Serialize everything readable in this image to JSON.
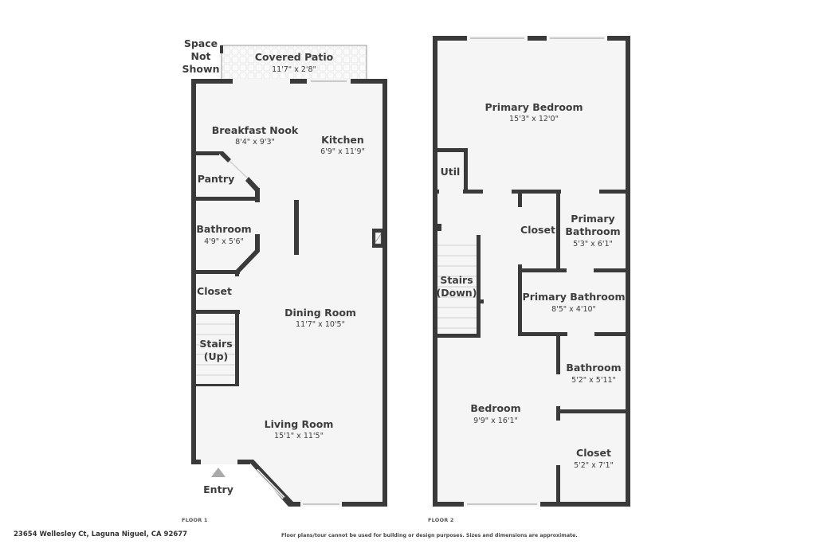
{
  "floors": [
    {
      "label": "FLOOR 1",
      "rooms": {
        "space_not_shown": {
          "name_line1": "Space",
          "name_line2": "Not",
          "name_line3": "Shown"
        },
        "covered_patio": {
          "name": "Covered Patio",
          "dims": "11'7\" x 2'8\""
        },
        "breakfast_nook": {
          "name": "Breakfast Nook",
          "dims": "8'4\" x 9'3\""
        },
        "kitchen": {
          "name": "Kitchen",
          "dims": "6'9\" x 11'9\""
        },
        "pantry": {
          "name": "Pantry"
        },
        "bathroom": {
          "name": "Bathroom",
          "dims": "4'9\" x 5'6\""
        },
        "closet": {
          "name": "Closet"
        },
        "stairs": {
          "name_line1": "Stairs",
          "name_line2": "(Up)"
        },
        "dining_room": {
          "name": "Dining Room",
          "dims": "11'7\" x 10'5\""
        },
        "living_room": {
          "name": "Living Room",
          "dims": "15'1\" x 11'5\""
        },
        "entry": {
          "name": "Entry"
        }
      }
    },
    {
      "label": "FLOOR 2",
      "rooms": {
        "primary_bedroom": {
          "name": "Primary Bedroom",
          "dims": "15'3\" x 12'0\""
        },
        "util": {
          "name": "Util"
        },
        "closet_a": {
          "name": "Closet"
        },
        "primary_bathroom_a": {
          "name_line1": "Primary",
          "name_line2": "Bathroom",
          "dims": "5'3\" x 6'1\""
        },
        "stairs": {
          "name_line1": "Stairs",
          "name_line2": "(Down)"
        },
        "primary_bathroom_b": {
          "name": "Primary Bathroom",
          "dims": "8'5\" x 4'10\""
        },
        "bathroom": {
          "name": "Bathroom",
          "dims": "5'2\" x 5'11\""
        },
        "bedroom": {
          "name": "Bedroom",
          "dims": "9'9\" x 16'1\""
        },
        "closet_b": {
          "name": "Closet",
          "dims": "5'2\" x 7'1\""
        }
      }
    }
  ],
  "footer": {
    "address": "23654 Wellesley Ct, Laguna Niguel, CA 92677",
    "disclaimer": "Floor plans/tour cannot be used for building or design purposes. Sizes and dimensions are approximate."
  },
  "colors": {
    "wall": "#3a3a3a",
    "floor": "#f5f5f5",
    "entry_arrow": "#aaaaaa"
  }
}
